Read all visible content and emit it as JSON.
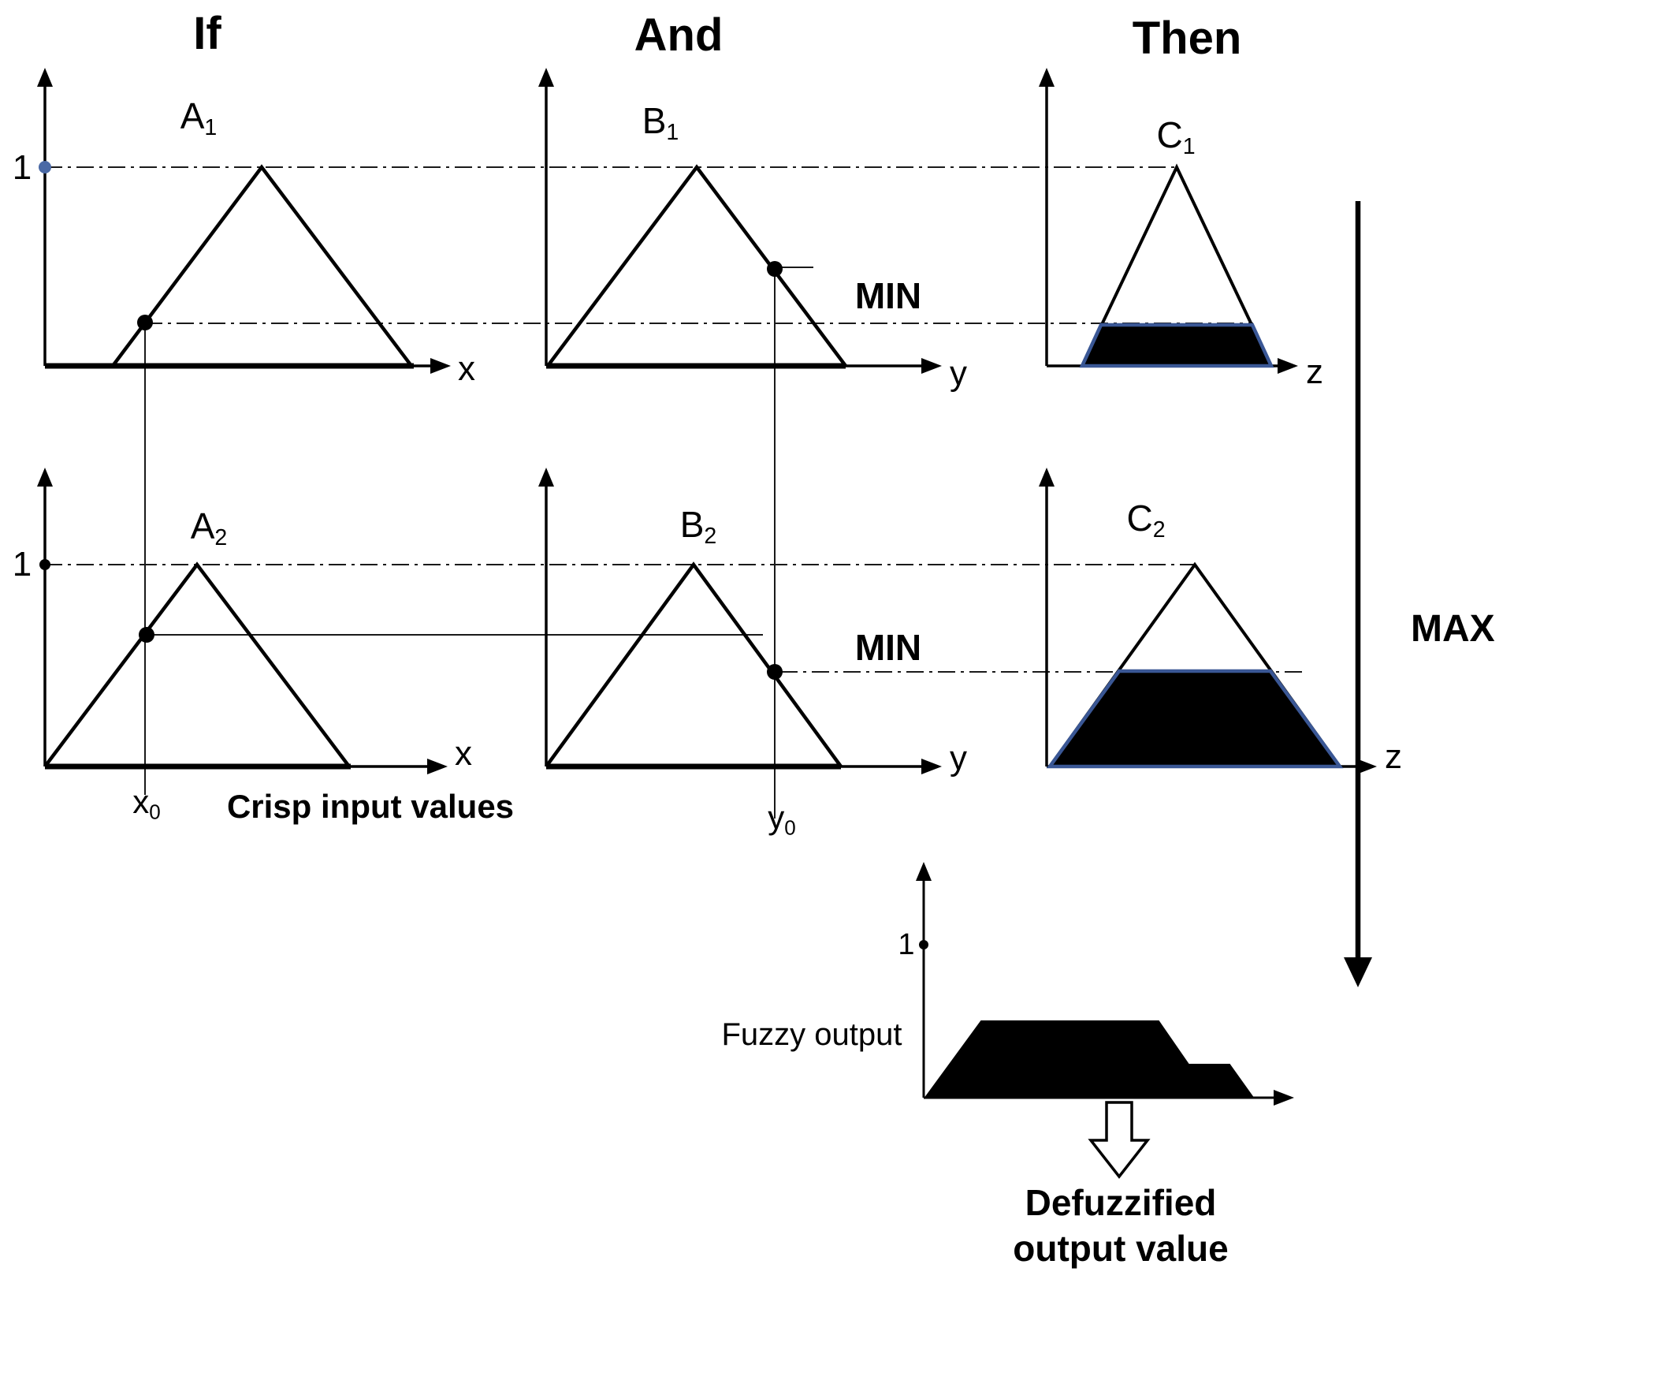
{
  "headers": {
    "if_col": "If",
    "and_col": "And",
    "then_col": "Then"
  },
  "fuzzy_sets": {
    "a1": {
      "base": "A",
      "sub": "1"
    },
    "b1": {
      "base": "B",
      "sub": "1"
    },
    "c1": {
      "base": "C",
      "sub": "1"
    },
    "a2": {
      "base": "A",
      "sub": "2"
    },
    "b2": {
      "base": "B",
      "sub": "2"
    },
    "c2": {
      "base": "C",
      "sub": "2"
    }
  },
  "axes": {
    "x": "x",
    "y": "y",
    "z": "z",
    "unit_tick": "1"
  },
  "crisp_inputs": {
    "x0": {
      "base": "x",
      "sub": "0"
    },
    "y0": {
      "base": "y",
      "sub": "0"
    },
    "caption": "Crisp input values"
  },
  "operators": {
    "min": "MIN",
    "max": "MAX"
  },
  "output_section": {
    "fuzzy_label": "Fuzzy output",
    "unit_tick": "1",
    "defuzzified_line1": "Defuzzified",
    "defuzzified_line2": "output value"
  },
  "colors": {
    "ink": "#000000",
    "clipped_region_outline": "#3a5795",
    "unit_marker_blue": "#4a69a5"
  }
}
